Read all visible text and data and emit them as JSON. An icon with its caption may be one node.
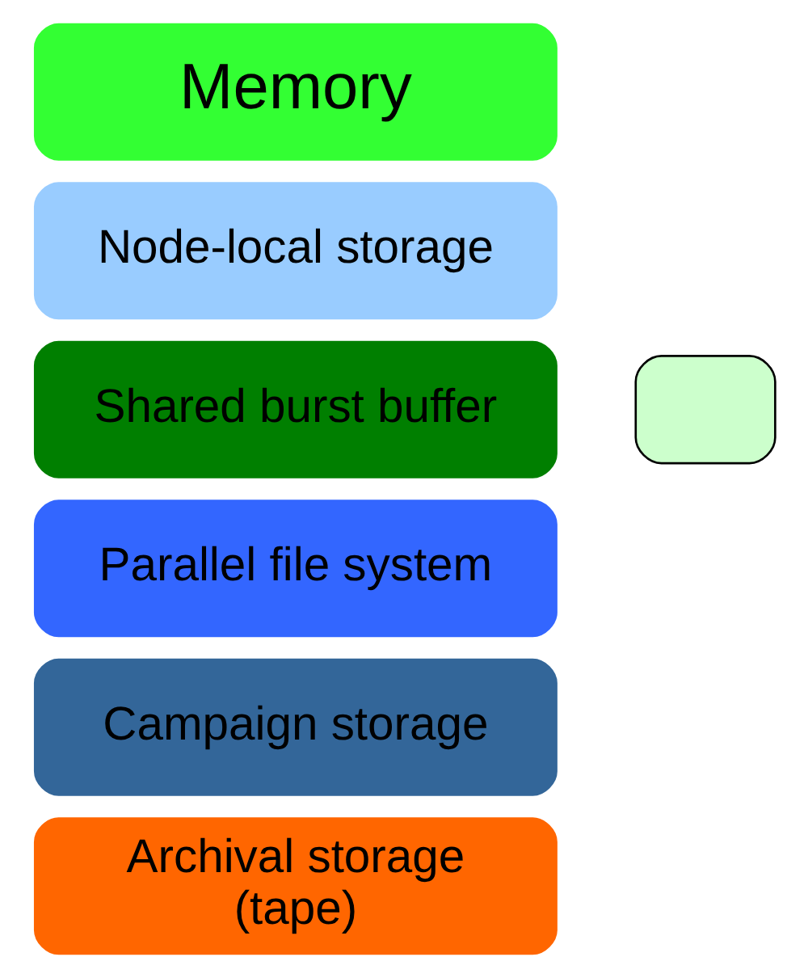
{
  "diagram": {
    "nodes": [
      {
        "text": [
          "Memory"
        ]
      },
      {
        "text": [
          "Node-local storage"
        ]
      },
      {
        "text": [
          "Shared burst buffer"
        ]
      },
      {
        "text": [
          "Parallel file system"
        ]
      },
      {
        "text": [
          "Campaign storage"
        ]
      },
      {
        "text": [
          "Archival storage (tape)"
        ]
      },
      {
        "text": [],
        "shape": "box"
      }
    ],
    "edges": []
  }
}
